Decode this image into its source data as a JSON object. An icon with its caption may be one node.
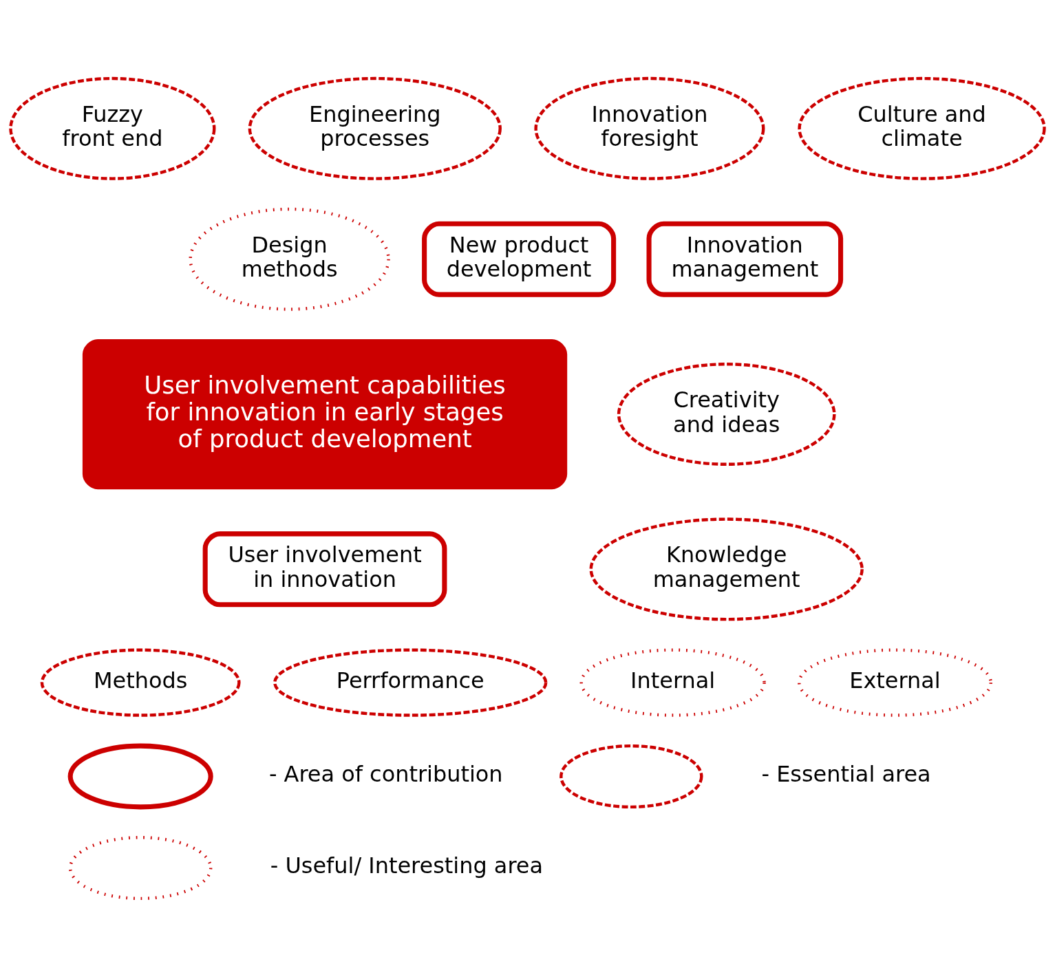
{
  "diagram": {
    "nodes": [
      {
        "text": [
          "Fuzzy front end"
        ]
      },
      {
        "text": [
          "Engineering processes"
        ]
      },
      {
        "text": [
          "Innovation foresight"
        ]
      },
      {
        "text": [
          "Culture and climate"
        ]
      },
      {
        "text": [
          "Design methods"
        ]
      },
      {
        "text": [
          "New product development"
        ]
      },
      {
        "text": [
          "Innovation management"
        ]
      },
      {
        "text": [
          "User involvement capabilities for innovation in early stages of product development"
        ]
      },
      {
        "text": [
          "Creativity and ideas"
        ]
      },
      {
        "text": [
          "User involvement in innovation"
        ]
      },
      {
        "text": [
          "Knowledge management"
        ]
      },
      {
        "text": [
          "Methods"
        ]
      },
      {
        "text": [
          "Perrformance"
        ]
      },
      {
        "text": [
          "Internal"
        ]
      },
      {
        "text": [
          "External"
        ]
      },
      {
        "text": [],
        "shape": "ellipse"
      },
      {
        "text": [],
        "shape": "ellipse"
      },
      {
        "text": [],
        "shape": "ellipse"
      }
    ],
    "edges": [],
    "legend": [
      {
        "text": "- Area of contribution"
      },
      {
        "text": "- Essential area"
      },
      {
        "text": "- Useful/ Interesting area"
      }
    ]
  }
}
